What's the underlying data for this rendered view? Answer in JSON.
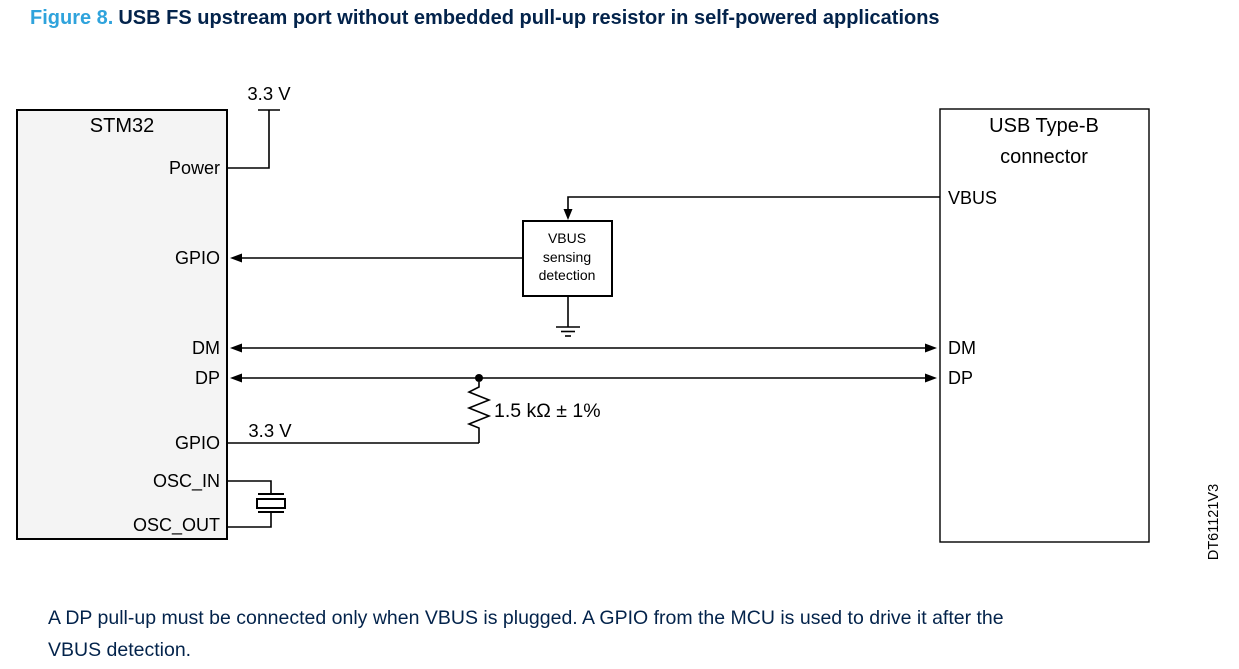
{
  "title": {
    "figure_label": "Figure 8.",
    "caption": "USB FS upstream port without embedded pull-up resistor in self-powered applications"
  },
  "colors": {
    "accent_blue": "#2fa3dc",
    "navy": "#03234b",
    "block_fill": "#f4f4f4",
    "wire": "#000000"
  },
  "stm32": {
    "title": "STM32",
    "pins": {
      "power": "Power",
      "gpio_sense": "GPIO",
      "dm": "DM",
      "dp": "DP",
      "gpio_pullup": "GPIO",
      "osc_in": "OSC_IN",
      "osc_out": "OSC_OUT"
    }
  },
  "usb_connector": {
    "title_line1": "USB Type-B",
    "title_line2": "connector",
    "pins": {
      "vbus": "VBUS",
      "dm": "DM",
      "dp": "DP"
    }
  },
  "vbus_sensing": {
    "line1": "VBUS",
    "line2": "sensing",
    "line3": "detection"
  },
  "labels": {
    "supply_power": "3.3 V",
    "supply_pullup": "3.3 V",
    "resistor": "1.5 kΩ ± 1%",
    "watermark": "DT61121V3"
  },
  "note": {
    "line1": "A DP pull-up must be connected only when VBUS is plugged. A GPIO from the MCU is used to drive it after the",
    "line2": "VBUS detection."
  }
}
